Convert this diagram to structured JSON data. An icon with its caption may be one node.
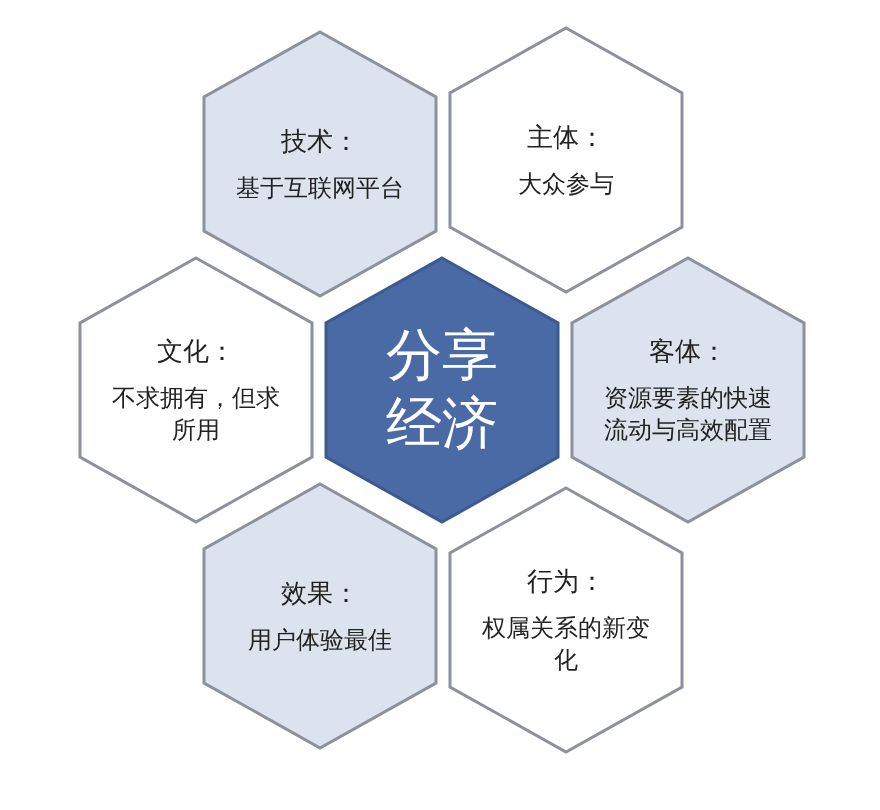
{
  "diagram": {
    "nodes": [
      {
        "text": [
          "技术：",
          "基于互联网平台"
        ]
      },
      {
        "text": [
          "主体：",
          "大众参与"
        ]
      },
      {
        "text": [
          "文化：",
          "不求拥有，但求所用"
        ]
      },
      {
        "text": [
          "分享经济"
        ]
      },
      {
        "text": [
          "客体：",
          "资源要素的快速流动与高效配置"
        ]
      },
      {
        "text": [
          "效果：",
          "用户体验最佳"
        ]
      },
      {
        "text": [
          "行为：",
          "权属关系的新变化"
        ]
      }
    ],
    "edges": []
  }
}
